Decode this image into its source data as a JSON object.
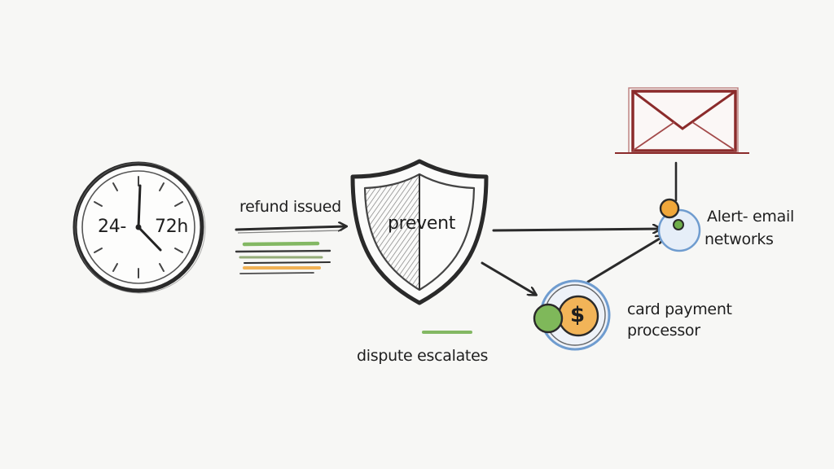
{
  "diagram": {
    "clock": {
      "left_label": "24-",
      "right_label": "72h",
      "icon": "clock-icon"
    },
    "refund_label": "refund issued",
    "shield": {
      "label": "prevent",
      "icon": "shield-icon"
    },
    "dispute_label": "dispute escalates",
    "envelope_icon": "envelope-icon",
    "alert": {
      "line1": "Alert- email",
      "line2": "networks"
    },
    "payment": {
      "symbol": "$",
      "line1": "card payment",
      "line2": "processor",
      "icon": "dollar-coin-icon"
    },
    "colors": {
      "ink": "#2a2a2a",
      "envelope_red": "#8b2b2b",
      "green_mark": "#6fae4a",
      "orange_mark": "#f0a73a",
      "blue_mark": "#6f9ccf"
    }
  }
}
